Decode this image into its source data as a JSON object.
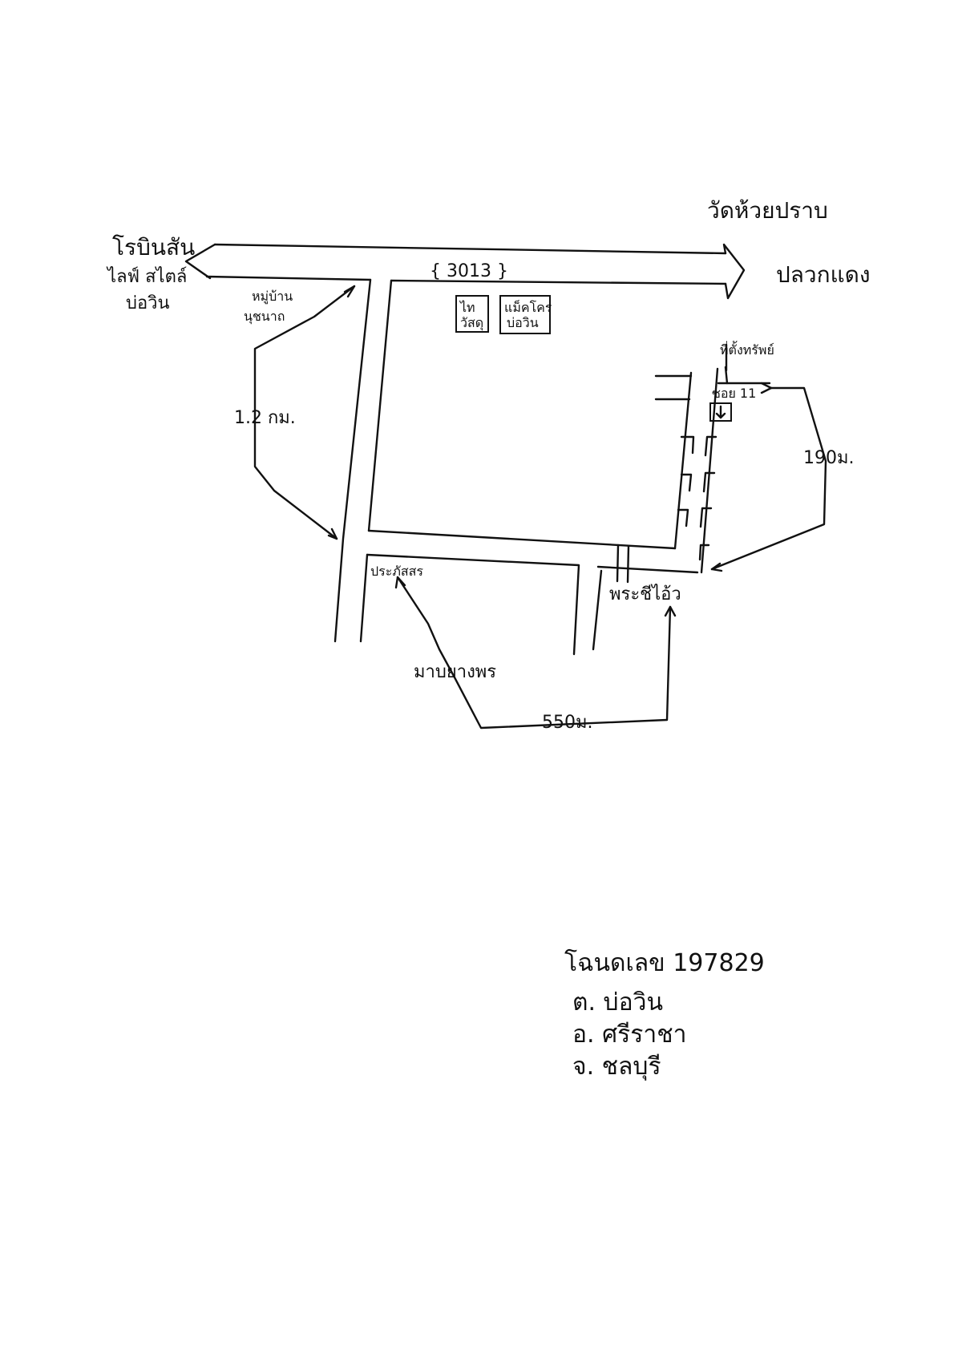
{
  "labels": {
    "west_destination": [
      "โรบินสัน",
      "ไลฟ์ สไตล์",
      "บ่อวิน"
    ],
    "east_destination_top": "วัดห้วยปราบ",
    "east_destination": "ปลวกแดง",
    "road_number": "{ 3013 }",
    "village": [
      "หมู่บ้าน",
      "นุชนาถ"
    ],
    "shop_1": [
      "ไท",
      "วัสดุ"
    ],
    "shop_2": [
      "แม็คโคร",
      "บ่อวิน"
    ],
    "property": "ที่ตั้งทรัพย์",
    "soi": "ซอย 11",
    "distance_1": "1.2 กม.",
    "distance_2": "190ม.",
    "distance_3": "550ม.",
    "school": "ประภัสสร",
    "shrine": "พระชีไอ้ว",
    "village_2": "มาบยางพร"
  },
  "deed": {
    "line1": "โฉนดเลข  197829",
    "line2": "ต.  บ่อวิน",
    "line3": "อ.  ศรีราชา",
    "line4": "จ.  ชลบุรี"
  },
  "colors": {
    "ink": "#111111",
    "paper": "#ffffff"
  }
}
